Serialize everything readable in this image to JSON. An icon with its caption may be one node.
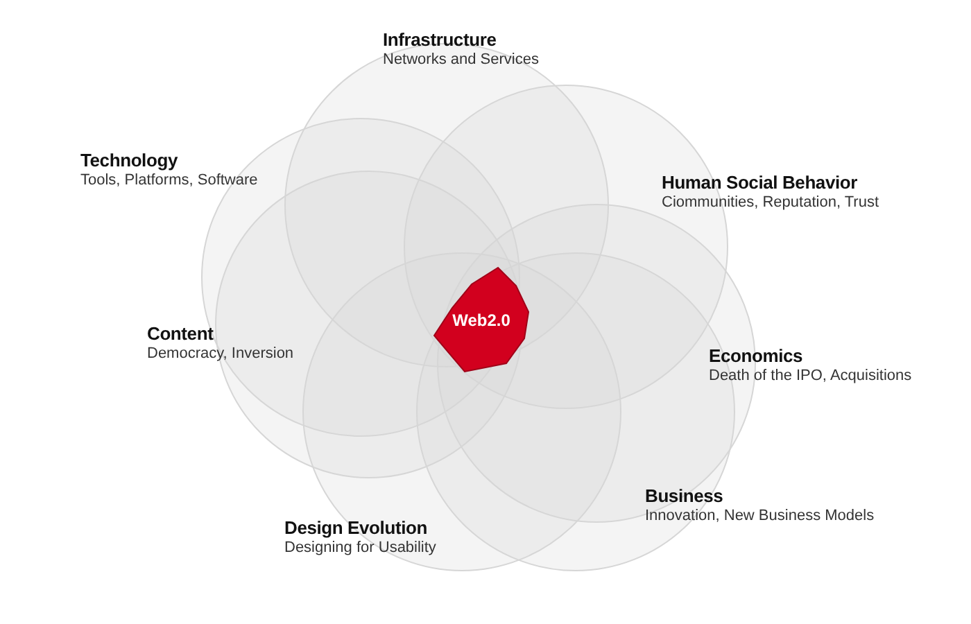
{
  "diagram": {
    "nodes": [
      {
        "text": [
          "Infrastructure",
          "Networks and Services"
        ]
      },
      {
        "text": [
          "Technology",
          "Tools, Platforms, Software"
        ]
      },
      {
        "text": [
          "Human Social Behavior",
          "Ciommunities, Reputation, Trust"
        ]
      },
      {
        "text": [
          "Content",
          "Democracy, Inversion"
        ]
      },
      {
        "text": [
          "Web2.0"
        ]
      },
      {
        "text": [
          "Economics",
          "Death of the IPO, Acquisitions"
        ]
      },
      {
        "text": [
          "Business",
          "Innovation, New Business Models"
        ]
      },
      {
        "text": [
          "Design Evolution",
          "Designing for Usability"
        ]
      }
    ]
  }
}
